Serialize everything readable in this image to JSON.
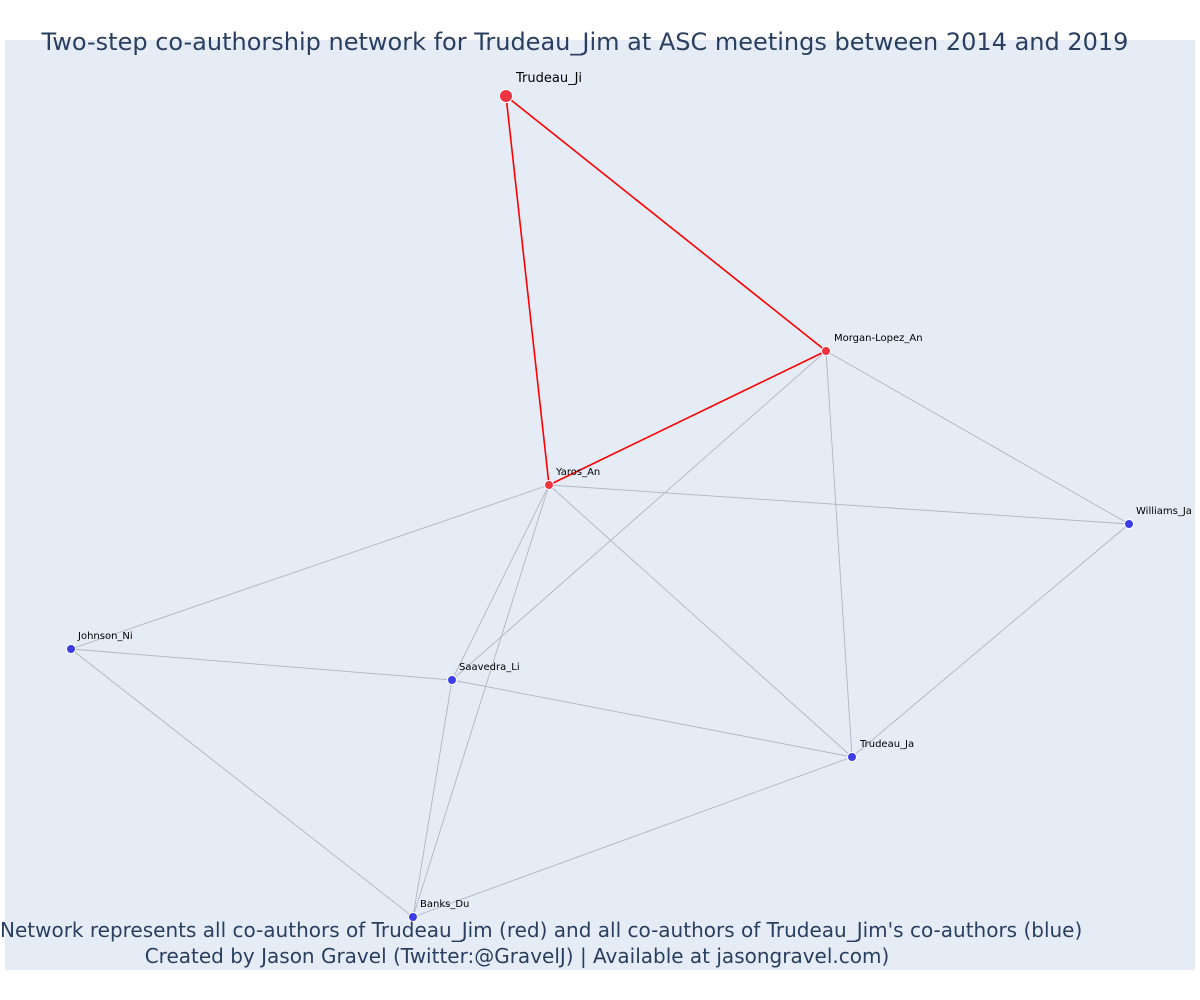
{
  "title": "Two-step co-authorship network for Trudeau_Jim at ASC meetings between 2014 and 2019",
  "footer": {
    "line1": "Network represents all co-authors of Trudeau_Jim (red) and all co-authors of Trudeau_Jim's co-authors (blue)",
    "line2": "Created by Jason Gravel (Twitter:@GravelJ) | Available at jasongravel.com)"
  },
  "colors": {
    "background": "#e5ecf6",
    "focal": "#ef3340",
    "first_degree": "#ef3340",
    "second_degree": "#3d3de8",
    "red_edge": "#ff0000",
    "gray_edge": "#b4b4c3",
    "text": "#2a3f5f"
  },
  "network": {
    "nodes": [
      {
        "id": "Trudeau_Ji",
        "group": "focal"
      },
      {
        "id": "Morgan-Lopez_An",
        "group": "first_degree"
      },
      {
        "id": "Yaros_An",
        "group": "first_degree"
      },
      {
        "id": "Williams_Ja",
        "group": "second_degree"
      },
      {
        "id": "Johnson_Ni",
        "group": "second_degree"
      },
      {
        "id": "Saavedra_Li",
        "group": "second_degree"
      },
      {
        "id": "Trudeau_Ja",
        "group": "second_degree"
      },
      {
        "id": "Banks_Du",
        "group": "second_degree"
      }
    ],
    "edges": [
      {
        "source": "Trudeau_Ji",
        "target": "Yaros_An",
        "type": "red"
      },
      {
        "source": "Trudeau_Ji",
        "target": "Morgan-Lopez_An",
        "type": "red"
      },
      {
        "source": "Yaros_An",
        "target": "Morgan-Lopez_An",
        "type": "red"
      },
      {
        "source": "Yaros_An",
        "target": "Johnson_Ni",
        "type": "gray"
      },
      {
        "source": "Yaros_An",
        "target": "Saavedra_Li",
        "type": "gray"
      },
      {
        "source": "Yaros_An",
        "target": "Banks_Du",
        "type": "gray"
      },
      {
        "source": "Yaros_An",
        "target": "Trudeau_Ja",
        "type": "gray"
      },
      {
        "source": "Yaros_An",
        "target": "Williams_Ja",
        "type": "gray"
      },
      {
        "source": "Morgan-Lopez_An",
        "target": "Saavedra_Li",
        "type": "gray"
      },
      {
        "source": "Morgan-Lopez_An",
        "target": "Trudeau_Ja",
        "type": "gray"
      },
      {
        "source": "Morgan-Lopez_An",
        "target": "Williams_Ja",
        "type": "gray"
      },
      {
        "source": "Williams_Ja",
        "target": "Trudeau_Ja",
        "type": "gray"
      },
      {
        "source": "Johnson_Ni",
        "target": "Saavedra_Li",
        "type": "gray"
      },
      {
        "source": "Johnson_Ni",
        "target": "Banks_Du",
        "type": "gray"
      },
      {
        "source": "Saavedra_Li",
        "target": "Trudeau_Ja",
        "type": "gray"
      },
      {
        "source": "Saavedra_Li",
        "target": "Banks_Du",
        "type": "gray"
      },
      {
        "source": "Banks_Du",
        "target": "Trudeau_Ja",
        "type": "gray"
      }
    ]
  }
}
